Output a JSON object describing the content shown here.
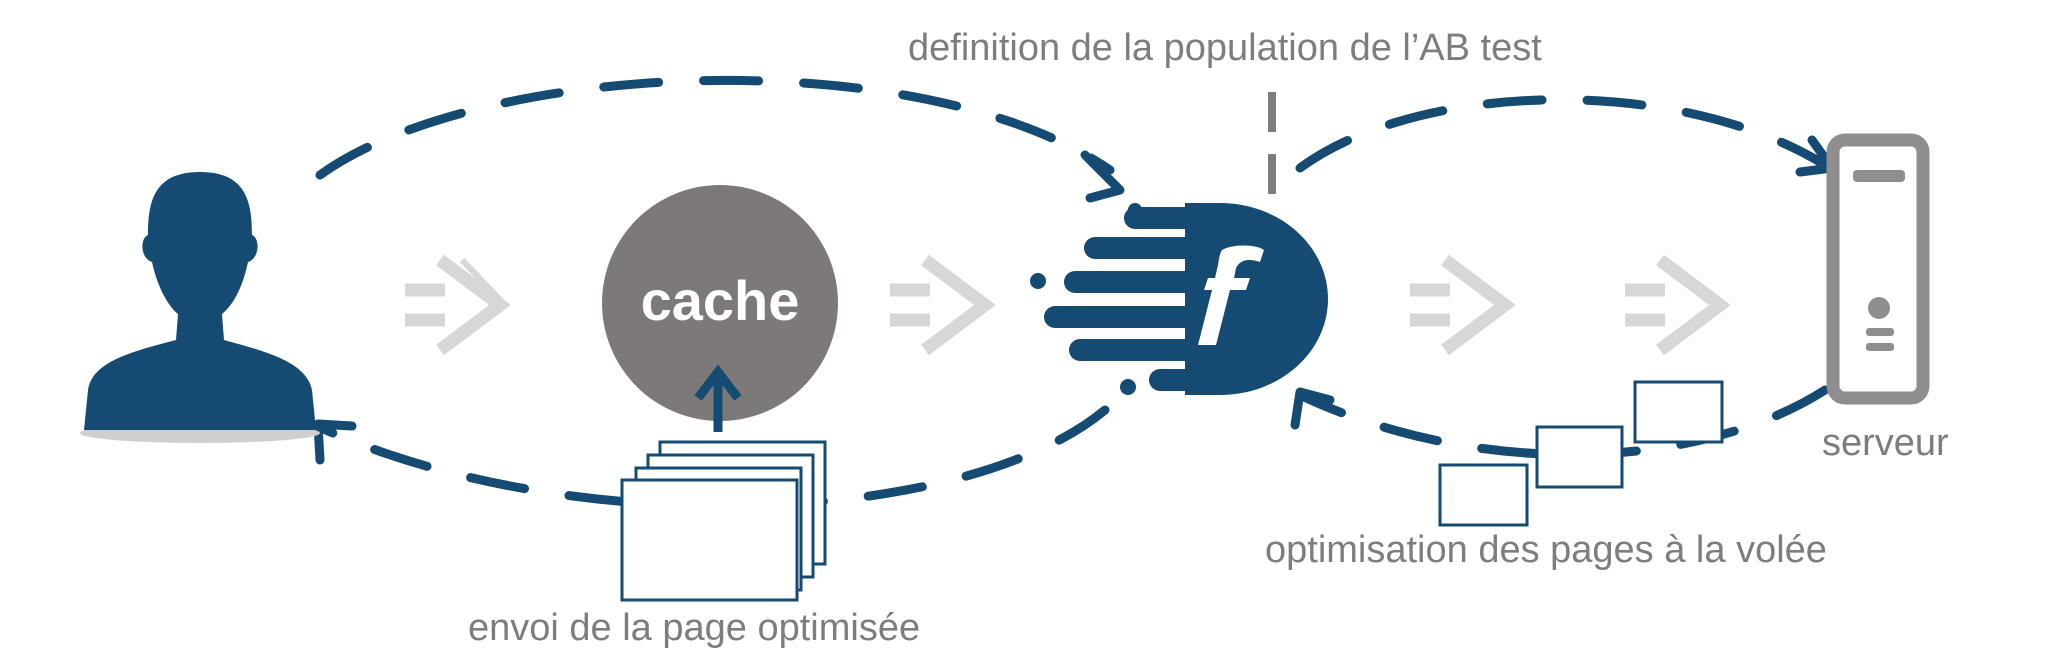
{
  "title": "definition de la population de l’AB test",
  "cache": {
    "label": "cache"
  },
  "labels": {
    "envoi": "envoi de la page optimisée",
    "optimisation": "optimisation des pages à la volée",
    "serveur": "serveur"
  },
  "icons": {
    "user": "user-icon",
    "logo": "f-logo-icon",
    "server": "server-icon",
    "arrows": "double-chevron-arrow-icon",
    "pages": "page-stack-icon"
  },
  "colors": {
    "primary_blue": "#154a72",
    "gray_text": "#7f7c7c",
    "cache_gray": "#7d7978",
    "arrow_gray": "#d7d7d7",
    "server_gray": "#8f8d8e"
  }
}
